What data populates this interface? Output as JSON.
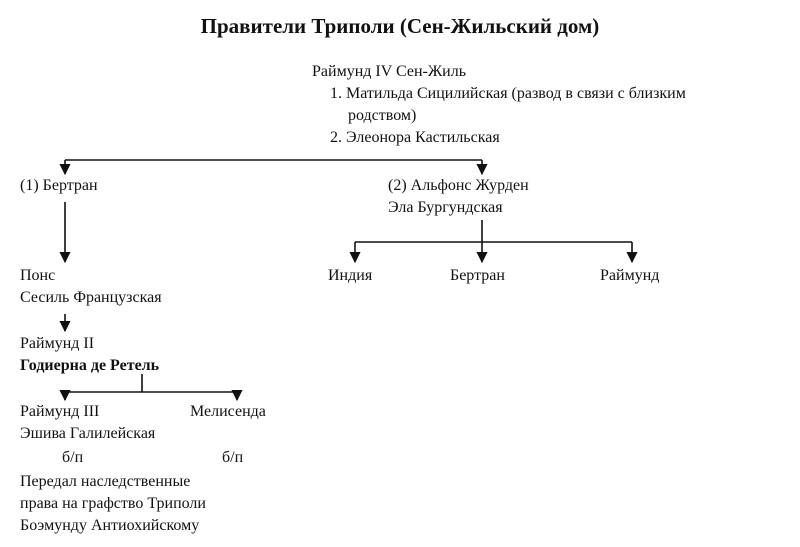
{
  "title": "Правители Триполи (Сен-Жильский дом)",
  "nodes": {
    "raymond4": "Раймунд IV Сен-Жиль",
    "wife1_a": "1. Матильда Сицилийская (развод в связи с близким",
    "wife1_b": "родством)",
    "wife2": "2. Элеонора Кастильская",
    "bertran": "(1) Бертран",
    "alfons": "(2) Альфонс Журден",
    "ela": "Эла Бургундская",
    "india": "Индия",
    "bertran2": "Бертран",
    "raymond_son": "Раймунд",
    "pons": "Понс",
    "cecile": "Сесиль Французская",
    "raymond2": "Раймунд II",
    "godierna": "Годиерна де Ретель",
    "raymond3": "Раймунд III",
    "melisenda": "Мелисенда",
    "eshiva": "Эшива Галилейская",
    "bp1": "б/п",
    "bp2": "б/п",
    "note1": "Передал наследственные",
    "note2": "права на графство Триполи",
    "note3": "Боэмунду Антиохийскому"
  }
}
